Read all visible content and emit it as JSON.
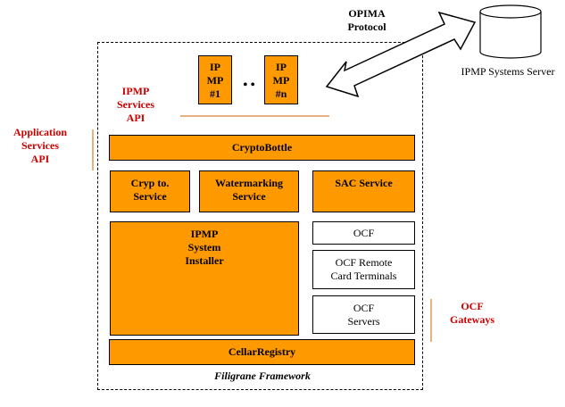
{
  "protocol_label": "OPIMA\nProtocol",
  "server_label": "IPMP Systems Server",
  "ipmp_tool_1": "IP\nMP\n#1",
  "ipmp_tool_n": "IP\nMP\n#n",
  "dots": "• •",
  "ipmp_services_api": "IPMP\nServices\nAPI",
  "application_services_api": "Application\nServices\nAPI",
  "cryptobottle": "CryptoBottle",
  "crypto_service": "Cryp to.\nService",
  "watermarking_service": "Watermarking\nService",
  "sac_service": "SAC Service",
  "ipmp_system_installer": "IPMP\nSystem\nInstaller",
  "ocf": "OCF",
  "ocf_remote": "OCF Remote\nCard Terminals",
  "ocf_servers": "OCF\nServers",
  "ocf_gateways": "OCF\nGateways",
  "cellar_registry": "CellarRegistry",
  "framework_label": "Filigrane Framework",
  "colors": {
    "box_fill": "#FF9900",
    "label_red": "#cc0000",
    "accent_line": "#CC6600"
  }
}
